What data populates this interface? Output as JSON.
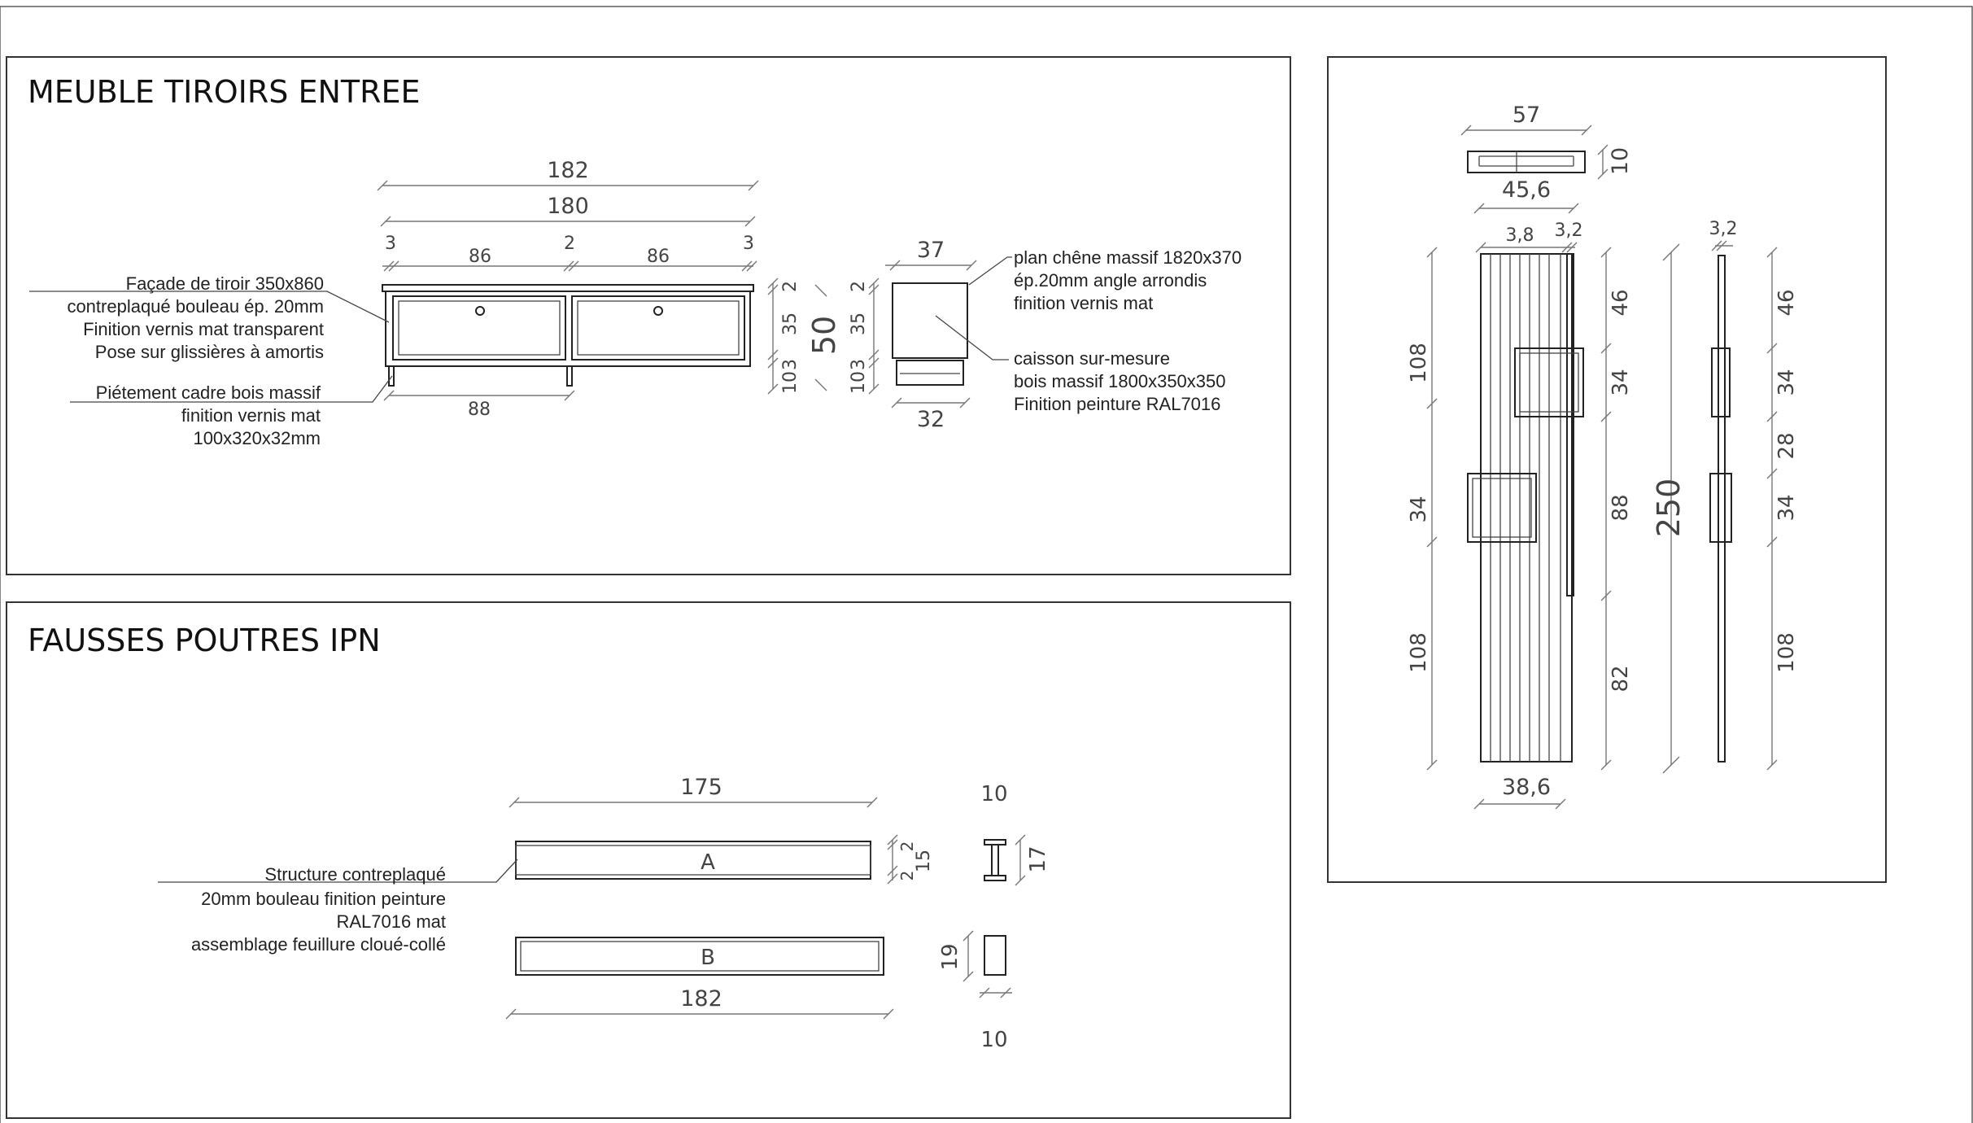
{
  "panels": {
    "drawers": {
      "title": "MEUBLE TIROIRS ENTREE"
    },
    "beams": {
      "title": "FAUSSES POUTRES IPN"
    }
  },
  "drawers": {
    "dims": {
      "overall": "182",
      "inner": "180",
      "side_left": "3",
      "drawer_left": "86",
      "gap": "2",
      "drawer_right": "86",
      "side_right": "3",
      "leg_spacing": "88",
      "r_top": "2",
      "r_body": "35",
      "r_base": "3",
      "r_leg": "10",
      "r_total": "50",
      "side_depth_top": "37",
      "side_depth_base": "32",
      "s_top": "2",
      "s_body": "35",
      "s_base": "3",
      "s_leg": "10"
    },
    "notes": {
      "facade": [
        "Façade de tiroir  350x860",
        "contreplaqué bouleau ép. 20mm",
        "Finition vernis mat transparent",
        "Pose sur glissières à amortis"
      ],
      "legs": [
        "Piétement cadre bois massif",
        "finition vernis mat",
        "100x320x32mm"
      ],
      "top": [
        "plan chêne massif 1820x370",
        "ép.20mm angle arrondis",
        "finition vernis mat"
      ],
      "box": [
        "caisson sur-mesure",
        "bois massif 1800x350x350",
        "Finition peinture RAL7016"
      ]
    }
  },
  "beams": {
    "dims": {
      "a_length": "175",
      "b_length": "182",
      "a_flange_top": "2",
      "a_web": "15",
      "a_flange_bot": "2",
      "sec_width_top": "10",
      "sec_height": "17",
      "b_height": "19",
      "sec_width_bot": "10"
    },
    "labels": {
      "a": "A",
      "b": "B"
    },
    "note": [
      "Structure contreplaqué",
      "20mm bouleau finition peinture",
      "RAL7016 mat",
      "assemblage feuillure cloué-collé"
    ]
  },
  "panel_elev": {
    "dims": {
      "top_width": "57",
      "top_depth": "10",
      "top_inner": "45,6",
      "slat_a": "3,8",
      "slat_b": "3,2",
      "left_top": "108",
      "left_mid": "34",
      "left_bot": "108",
      "right_46": "46",
      "right_34": "34",
      "right_88": "88",
      "right_82": "82",
      "total_height": "250",
      "bottom_width": "38,6",
      "side_slat": "3,2",
      "far_46": "46",
      "far_34": "34",
      "far_28": "28",
      "far_34b": "34",
      "far_108": "108"
    }
  }
}
